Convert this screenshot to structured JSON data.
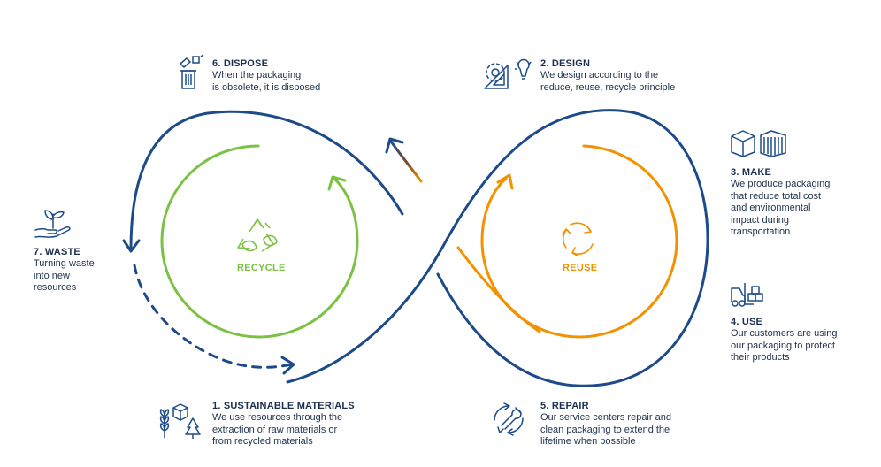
{
  "colors": {
    "navy": "#1d4b8a",
    "green": "#7cc242",
    "orange": "#f39200",
    "brown": "#7a4b2a",
    "text": "#1b2f4f"
  },
  "loops": {
    "recycle": {
      "label": "RECYCLE",
      "icon": "recycle-icon"
    },
    "reuse": {
      "label": "REUSE",
      "icon": "reuse-arrows-icon"
    }
  },
  "steps": [
    {
      "id": "dispose",
      "title": "6. DISPOSE",
      "desc": "When the packaging\nis obsolete, it is disposed",
      "icon": "trash-bin-icon"
    },
    {
      "id": "design",
      "title": "2. DESIGN",
      "desc": "We design according to the\nreduce, reuse, recycle principle",
      "icon": "design-tools-icon"
    },
    {
      "id": "make",
      "title": "3. MAKE",
      "desc": "We produce packaging\nthat reduce total cost\nand environmental\nimpact during\ntransportation",
      "icon": "crate-boxes-icon"
    },
    {
      "id": "use",
      "title": "4. USE",
      "desc": "Our customers are using\nour packaging to protect\ntheir products",
      "icon": "forklift-icon"
    },
    {
      "id": "repair",
      "title": "5. REPAIR",
      "desc": "Our service centers repair and\nclean packaging to extend the\nlifetime when possible",
      "icon": "wrench-cycle-icon"
    },
    {
      "id": "materials",
      "title": "1. SUSTAINABLE MATERIALS",
      "desc": "We use resources through the\nextraction of raw materials or\nfrom recycled materials",
      "icon": "wheat-tree-icon"
    },
    {
      "id": "waste",
      "title": "7. WASTE",
      "desc": "Turning waste\ninto new\nresources",
      "icon": "hand-sprout-icon"
    }
  ]
}
